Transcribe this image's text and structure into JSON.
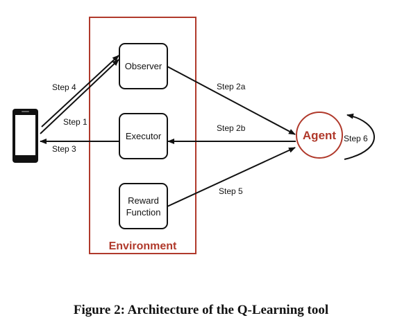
{
  "colors": {
    "environment": "#b0392b",
    "agent": "#b0392b",
    "stroke": "#111111"
  },
  "environment": {
    "label": "Environment"
  },
  "nodes": {
    "observer": "Observer",
    "executor": "Executor",
    "reward_line1": "Reward",
    "reward_line2": "Function",
    "agent": "Agent"
  },
  "icons": {
    "device": "smartphone-icon"
  },
  "steps": {
    "step1": "Step 1",
    "step2a": "Step 2a",
    "step2b": "Step 2b",
    "step3": "Step 3",
    "step4": "Step 4",
    "step5": "Step 5",
    "step6": "Step 6"
  },
  "caption": "Figure 2: Architecture of the Q-Learning tool"
}
